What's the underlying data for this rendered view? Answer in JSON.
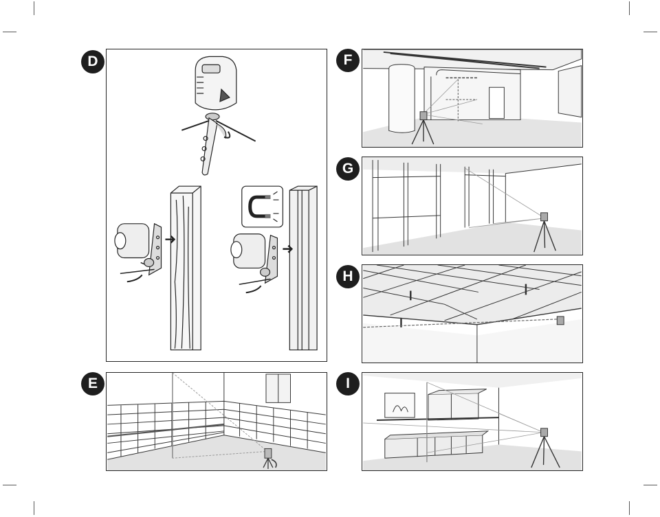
{
  "panels": {
    "D": {
      "label": "D"
    },
    "E": {
      "label": "E"
    },
    "F": {
      "label": "F"
    },
    "G": {
      "label": "G"
    },
    "H": {
      "label": "H"
    },
    "I": {
      "label": "I"
    }
  },
  "colors": {
    "line": "#222222",
    "floor": "#e2e2e2",
    "wall_shade": "#f0f0f0",
    "laser": "#888888",
    "badge_bg": "#1e1e1e"
  },
  "icons": [
    "magnet-icon",
    "rotate-arrow-icon",
    "push-arrow-icon",
    "tripod-icon",
    "laser-level-icon"
  ]
}
